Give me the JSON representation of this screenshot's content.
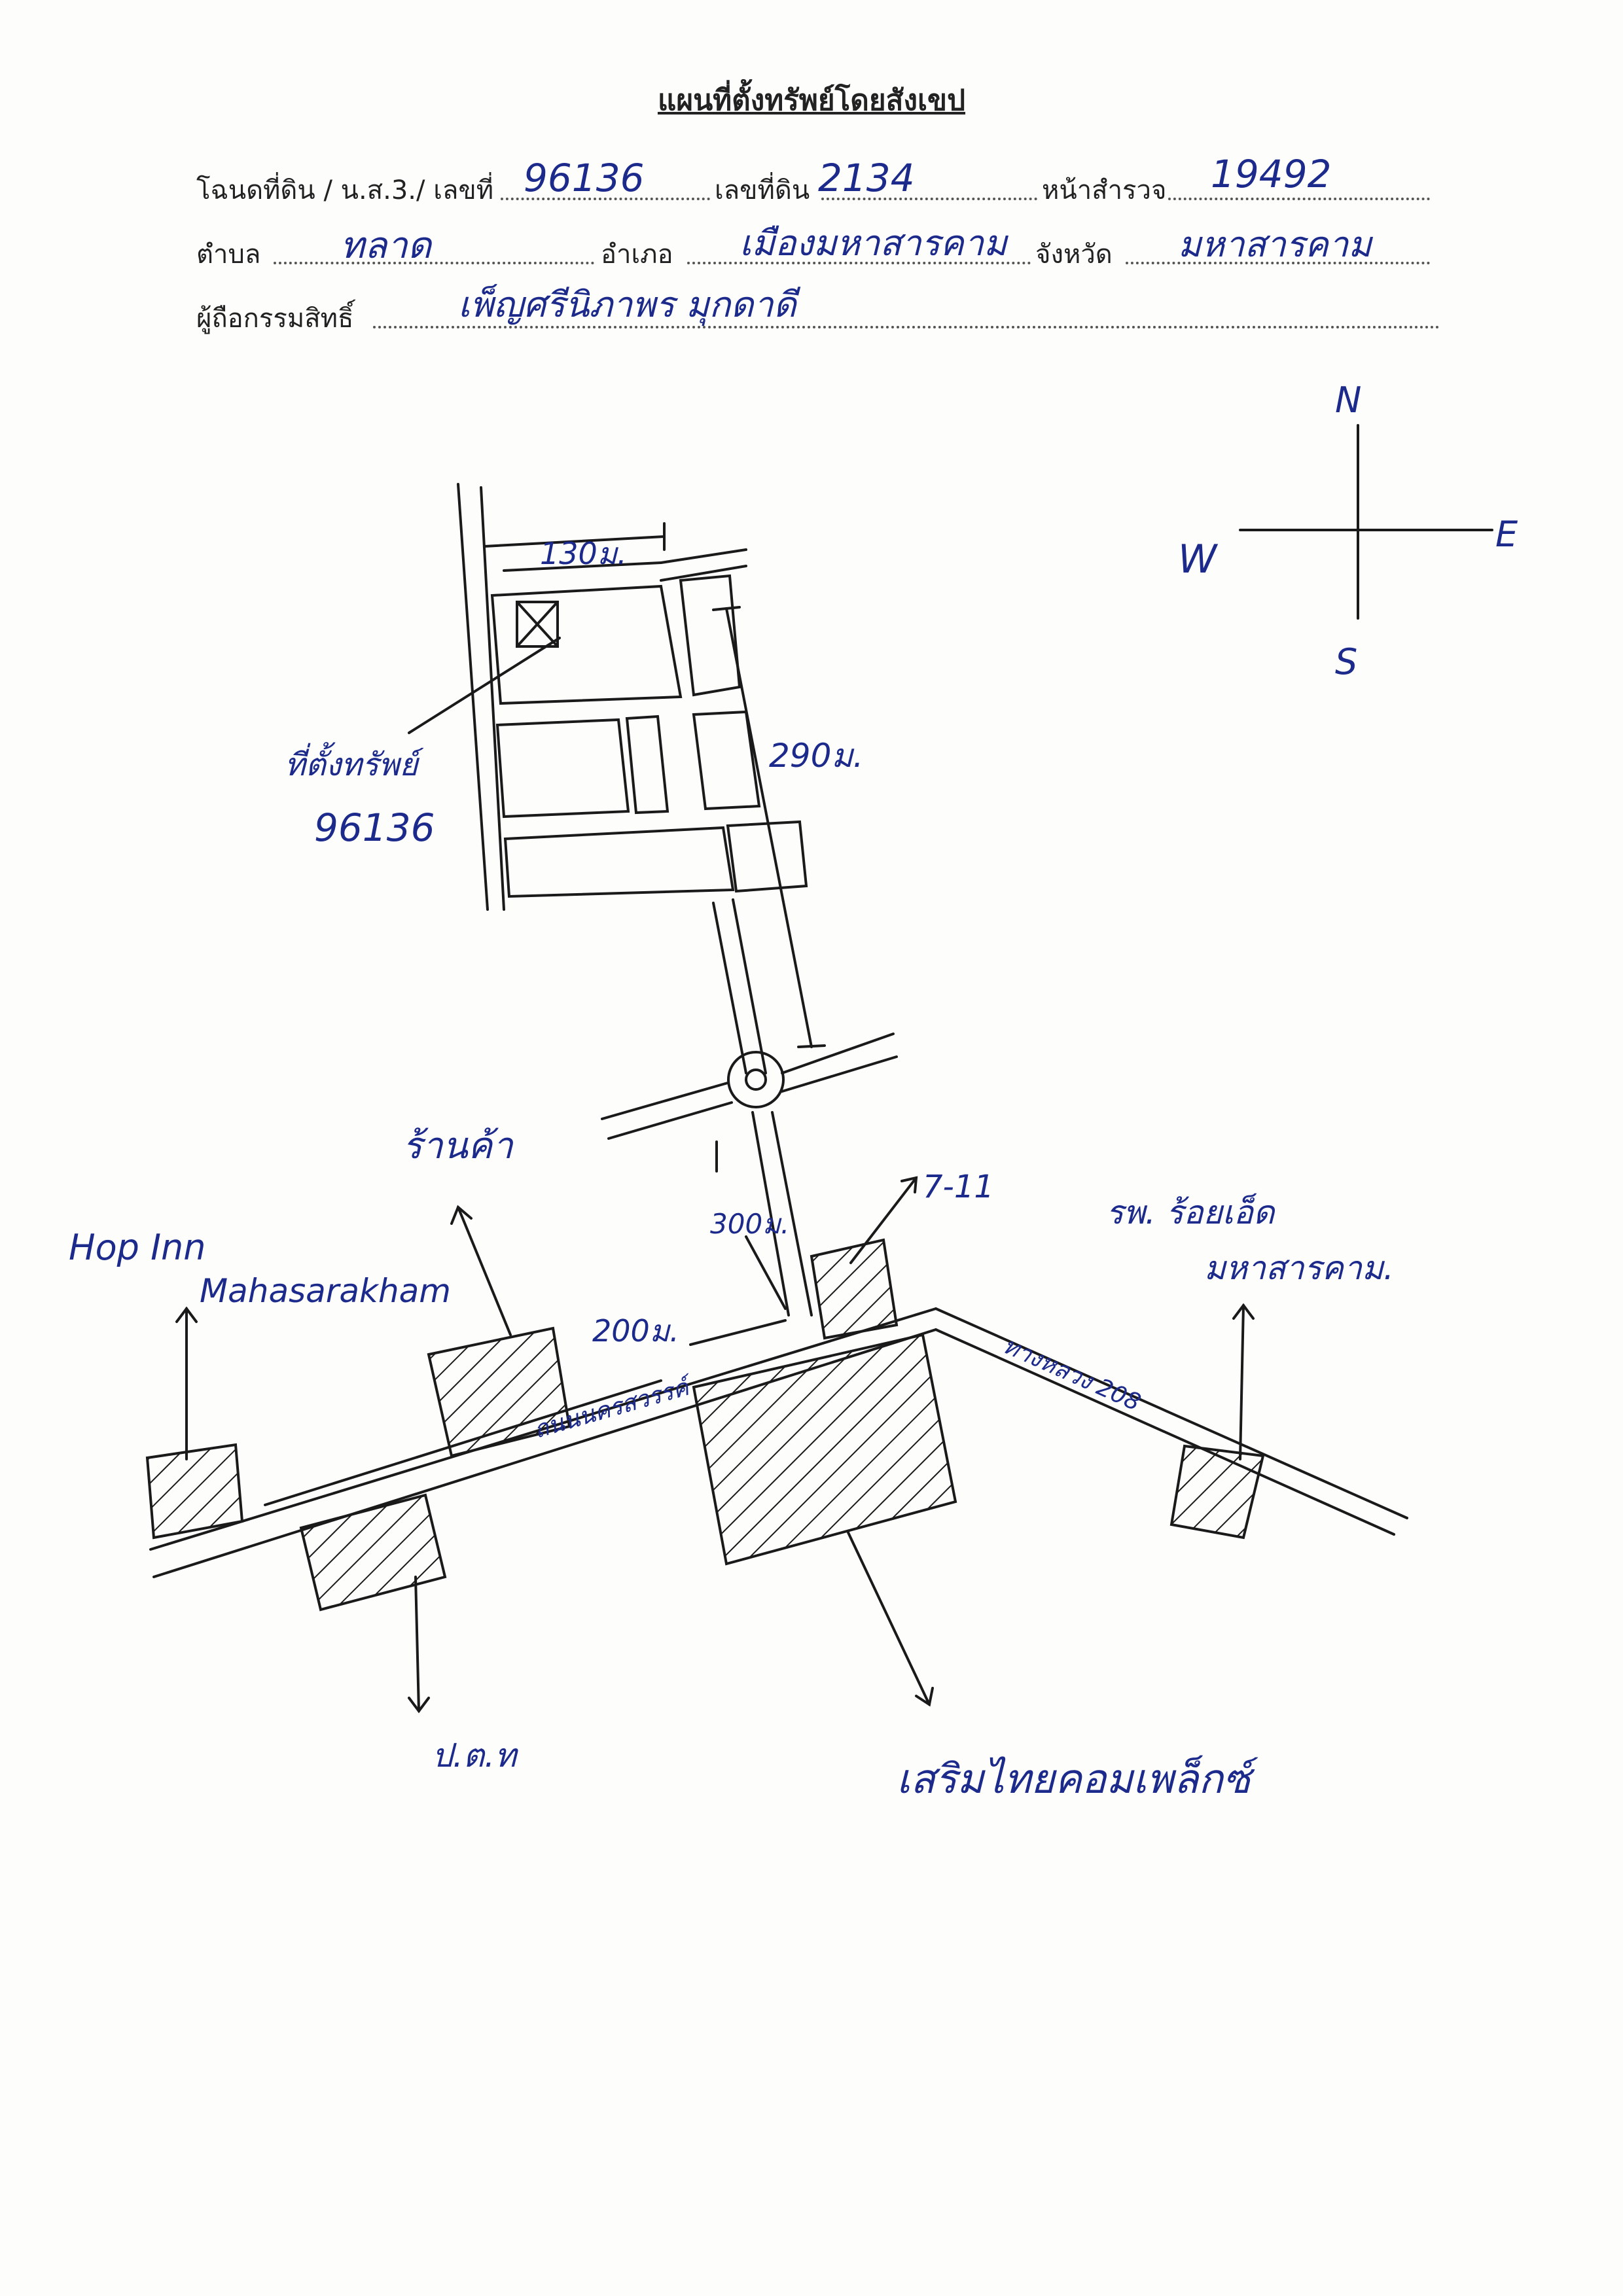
{
  "header": {
    "title": "แผนที่ตั้งทรัพย์โดยสังเขป",
    "deed_label": "โฉนดที่ดิน / น.ส.3./ เลขที่",
    "deed_no": "96136",
    "land_no_label": "เลขที่ดิน",
    "land_no": "2134",
    "survey_page_label": "หน้าสำรวจ",
    "survey_page": "19492",
    "subdistrict_label": "ตำบล",
    "subdistrict": "ทลาด",
    "district_label": "อำเภอ",
    "district": "เมืองมหาสารคาม",
    "province_label": "จังหวัด",
    "province": "มหาสารคาม",
    "owner_label": "ผู้ถือกรรมสิทธิ์",
    "owner": "เพ็ญศรีนิภาพร มุกดาดี"
  },
  "compass": {
    "north": "N",
    "south": "S",
    "east": "E",
    "west": "W"
  },
  "sketch": {
    "dist_top": "130ม.",
    "dist_side": "290ม.",
    "dist_mid": "300ม.",
    "dist_road": "200ม.",
    "parcel_label": "ที่ตั้งทรัพย์",
    "parcel_no": "96136",
    "road_main": "ถนนนครสวรรค์",
    "road_east": "ทางหลวง 208",
    "poi_seven": "7-11",
    "poi_hospital_line1": "รพ. ร้อยเอ็ด",
    "poi_hospital_line2": "มหาสารคาม.",
    "poi_hopinn_line1": "Hop Inn",
    "poi_hopinn_line2": "Mahasarakham",
    "poi_shop": "ร้านค้า",
    "poi_ptt": "ป.ต.ท",
    "poi_hotel": "เสริมไทยคอมเพล็กซ์"
  }
}
